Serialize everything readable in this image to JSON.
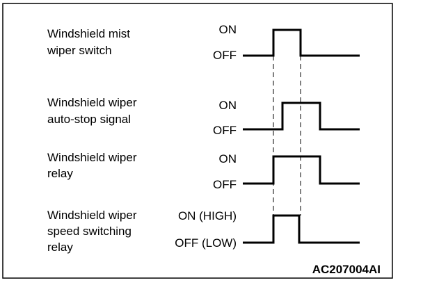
{
  "signals": [
    {
      "name_lines": [
        "Windshield mist",
        "wiper switch"
      ],
      "on_label": "ON",
      "off_label": "OFF",
      "transitions": [
        "off",
        "on",
        "off"
      ]
    },
    {
      "name_lines": [
        "Windshield wiper",
        "auto-stop signal"
      ],
      "on_label": "ON",
      "off_label": "OFF",
      "transitions": [
        "off",
        "on",
        "off"
      ]
    },
    {
      "name_lines": [
        "Windshield wiper",
        "relay"
      ],
      "on_label": "ON",
      "off_label": "OFF",
      "transitions": [
        "off",
        "on",
        "off"
      ]
    },
    {
      "name_lines": [
        "Windshield wiper",
        "speed switching",
        "relay"
      ],
      "on_label": "ON (HIGH)",
      "off_label": "OFF (LOW)",
      "transitions": [
        "off",
        "on",
        "off"
      ]
    }
  ],
  "figure_code": "AC207004AI"
}
